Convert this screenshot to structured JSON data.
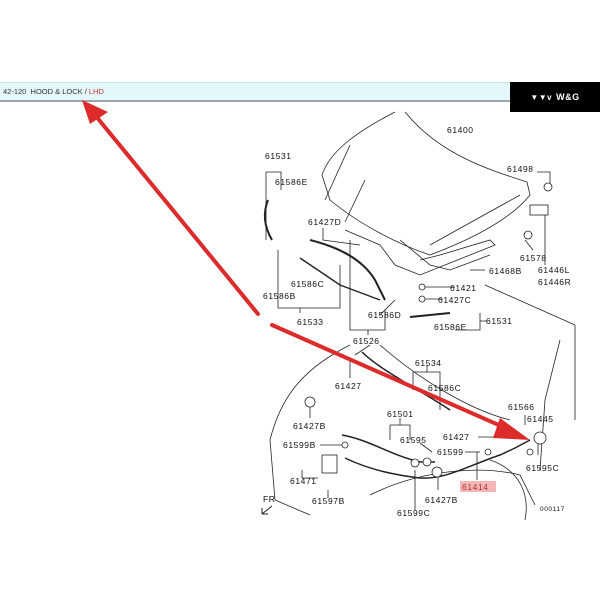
{
  "header": {
    "section_code": "42-120",
    "section_title": "HOOD & LOCK /",
    "variant": "LHD",
    "brand_name": "W&G",
    "brand_logo_glyph": "▼▼v"
  },
  "diagram": {
    "figure_id": "000117",
    "direction_label": "FR",
    "highlighted_part": "61414",
    "highlight_color": "#f4b6b6",
    "arrow_color": "#dd2a2a",
    "parts": {
      "p61400": "61400",
      "p61498": "61498",
      "p61531a": "61531",
      "p61586E_a": "61586E",
      "p61427D": "61427D",
      "p61578": "61578",
      "p61446L": "61446L",
      "p61446R": "61446R",
      "p61468B": "61468B",
      "p61586C_a": "61586C",
      "p61586B": "61586B",
      "p61421": "61421",
      "p61427C": "61427C",
      "p61533": "61533",
      "p61586D": "61586D",
      "p61531b": "61531",
      "p61586E_b": "61586E",
      "p61526": "61526",
      "p61534": "61534",
      "p61427a": "61427",
      "p61586C_b": "61586C",
      "p61427B_a": "61427B",
      "p61501": "61501",
      "p61566": "61566",
      "p61445": "61445",
      "p61599B": "61599B",
      "p61595": "61595",
      "p61427b": "61427",
      "p61599": "61599",
      "p61595C": "61595C",
      "p61471": "61471",
      "p61414": "61414",
      "p61427B_b": "61427B",
      "p61597B": "61597B",
      "p61599C": "61599C"
    }
  }
}
